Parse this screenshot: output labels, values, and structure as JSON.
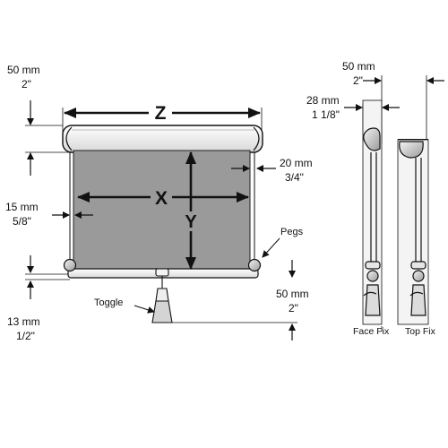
{
  "dimensions": {
    "top_margin": {
      "metric": "50 mm",
      "imperial": "2\""
    },
    "side_margin": {
      "metric": "15 mm",
      "imperial": "5/8\""
    },
    "right_margin": {
      "metric": "20 mm",
      "imperial": "3/4\""
    },
    "bottom_margin": {
      "metric": "50 mm",
      "imperial": "2\""
    },
    "toggle_drop": {
      "metric": "13 mm",
      "imperial": "1/2\""
    },
    "profile_depth": {
      "metric": "50 mm",
      "imperial": "2\""
    },
    "profile_offset": {
      "metric": "28 mm",
      "imperial": "1 1/8\""
    }
  },
  "letters": {
    "overall_width": "Z",
    "blind_width": "X",
    "blind_drop": "Y"
  },
  "callouts": {
    "toggle": "Toggle",
    "pegs": "Pegs"
  },
  "side_views": {
    "face_fix": "Face Fix",
    "top_fix": "Top Fix"
  },
  "colors": {
    "fabric": "#9a9a9a",
    "line": "#111111",
    "metal": "#f2f2f2"
  }
}
